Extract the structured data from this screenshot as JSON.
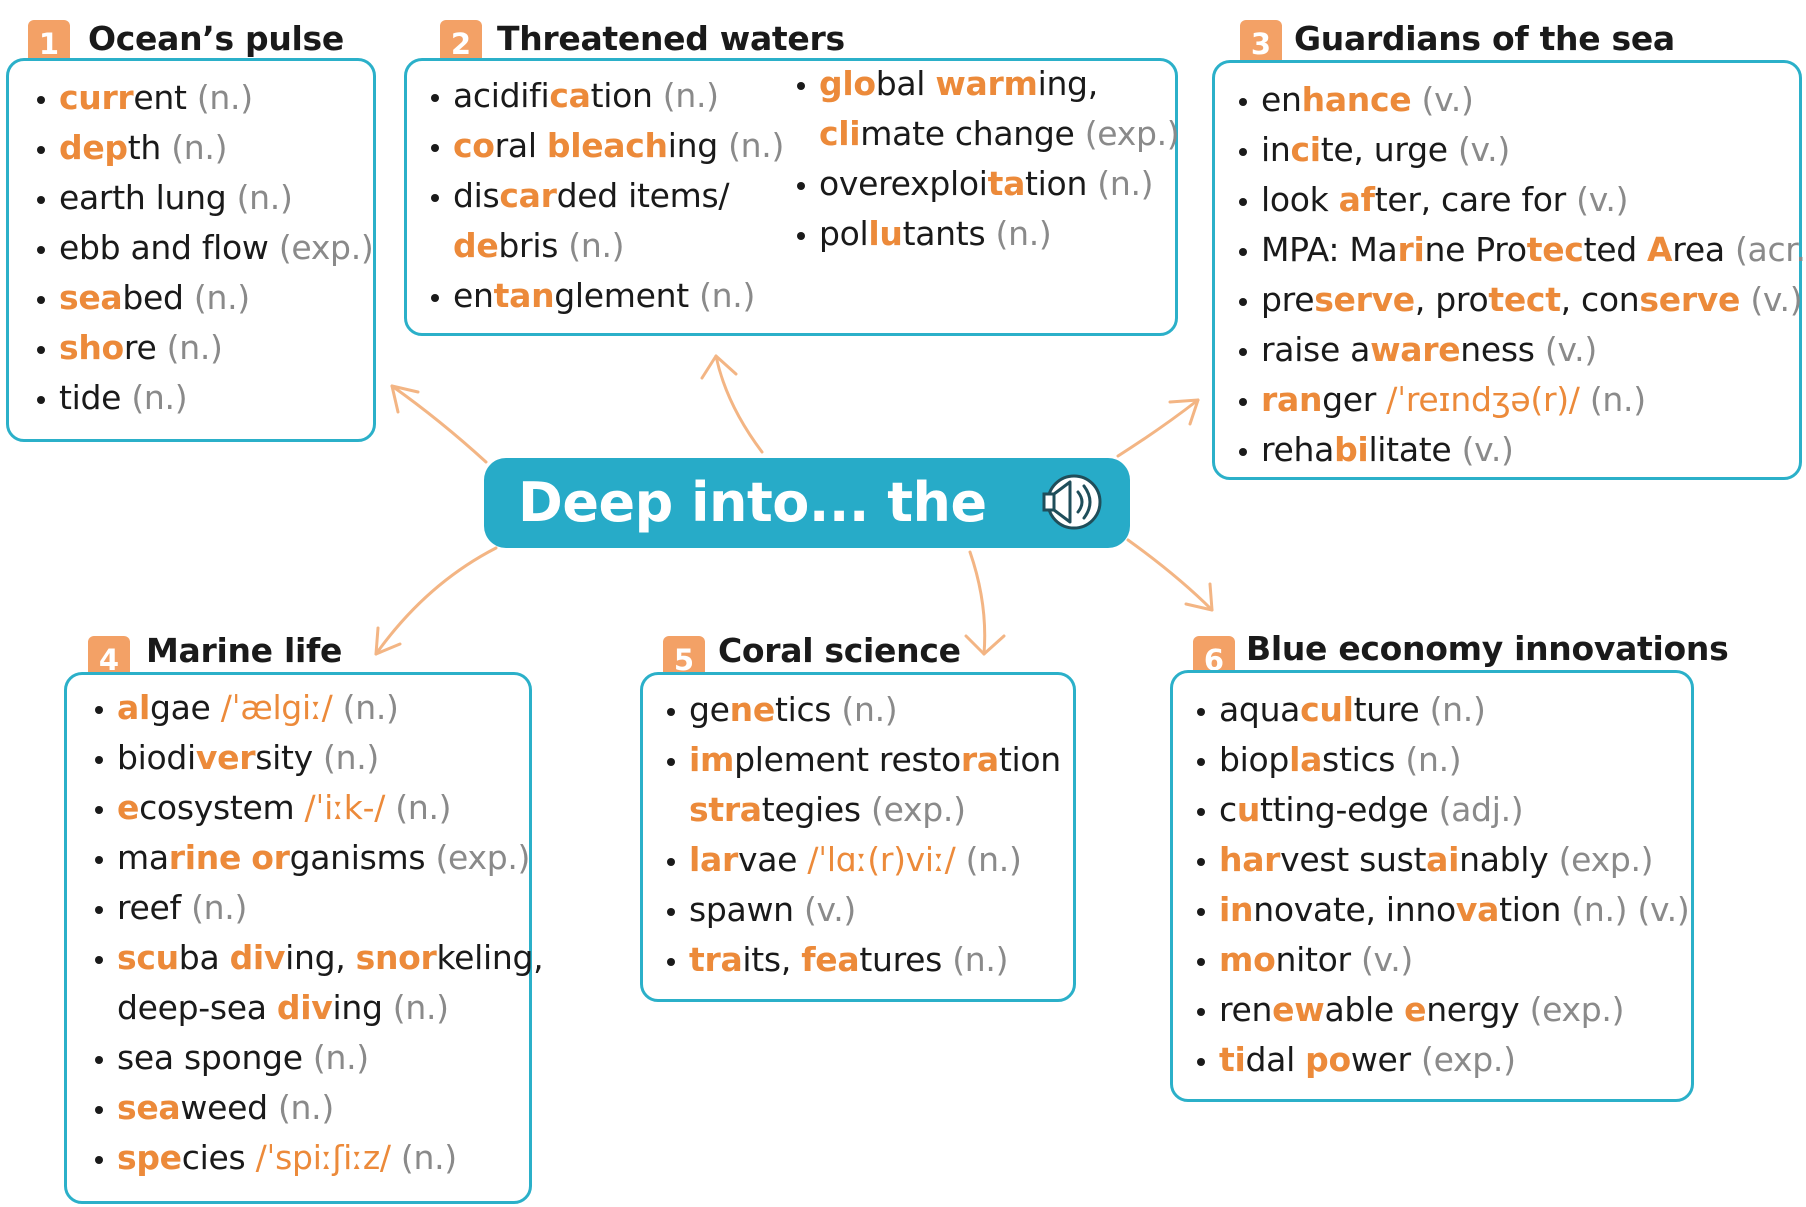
{
  "center": {
    "title": "Deep into... the blue",
    "icon": "speaker-icon"
  },
  "colors": {
    "accent": "#ec8a3a",
    "border": "#2bb0c9",
    "badge": "#f3a166",
    "center_fill": "#27abc8",
    "pos_gray": "#8a8a8a"
  },
  "sections": [
    {
      "number": "1",
      "title": "Ocean’s pulse",
      "items": [
        [
          {
            "t": "curr",
            "h": 1
          },
          {
            "t": "ent "
          },
          {
            "t": "(n.)",
            "g": 1
          }
        ],
        [
          {
            "t": "dep",
            "h": 1
          },
          {
            "t": "th "
          },
          {
            "t": "(n.)",
            "g": 1
          }
        ],
        [
          {
            "t": "earth lung "
          },
          {
            "t": "(n.)",
            "g": 1
          }
        ],
        [
          {
            "t": "ebb and flow "
          },
          {
            "t": "(exp.)",
            "g": 1
          }
        ],
        [
          {
            "t": "sea",
            "h": 1
          },
          {
            "t": "bed "
          },
          {
            "t": "(n.)",
            "g": 1
          }
        ],
        [
          {
            "t": "sho",
            "h": 1
          },
          {
            "t": "re "
          },
          {
            "t": "(n.)",
            "g": 1
          }
        ],
        [
          {
            "t": "tide "
          },
          {
            "t": "(n.)",
            "g": 1
          }
        ]
      ]
    },
    {
      "number": "2",
      "title": "Threatened waters",
      "columns": [
        [
          [
            {
              "t": "acidifi"
            },
            {
              "t": "ca",
              "h": 1
            },
            {
              "t": "tion "
            },
            {
              "t": "(n.)",
              "g": 1
            }
          ],
          [
            {
              "t": "co",
              "h": 1
            },
            {
              "t": "ral "
            },
            {
              "t": "blea",
              "h": 1
            },
            {
              "t": "ch",
              "h": 1
            },
            {
              "t": "ing "
            },
            {
              "t": "(n.)",
              "g": 1
            }
          ],
          [
            {
              "t": "dis"
            },
            {
              "t": "car",
              "h": 1
            },
            {
              "t": "ded items/"
            }
          ],
          {
            "cont": [
              {
                "t": "de",
                "h": 1
              },
              {
                "t": "bris "
              },
              {
                "t": "(n.)",
                "g": 1
              }
            ]
          },
          [
            {
              "t": "en"
            },
            {
              "t": "tan",
              "h": 1
            },
            {
              "t": "glement "
            },
            {
              "t": "(n.)",
              "g": 1
            }
          ]
        ],
        [
          [
            {
              "t": "glo",
              "h": 1
            },
            {
              "t": "bal "
            },
            {
              "t": "warm",
              "h": 1
            },
            {
              "t": "ing,"
            }
          ],
          {
            "cont": [
              {
                "t": "cli",
                "h": 1
              },
              {
                "t": "mate change "
              },
              {
                "t": "(exp.)",
                "g": 1
              }
            ]
          },
          [
            {
              "t": "overexploi"
            },
            {
              "t": "ta",
              "h": 1
            },
            {
              "t": "tion "
            },
            {
              "t": "(n.)",
              "g": 1
            }
          ],
          [
            {
              "t": "pol"
            },
            {
              "t": "lu",
              "h": 1
            },
            {
              "t": "tants "
            },
            {
              "t": "(n.)",
              "g": 1
            }
          ]
        ]
      ]
    },
    {
      "number": "3",
      "title": "Guardians of the sea",
      "items": [
        [
          {
            "t": "en"
          },
          {
            "t": "hance",
            "h": 1
          },
          {
            "t": " "
          },
          {
            "t": "(v.)",
            "g": 1
          }
        ],
        [
          {
            "t": "in"
          },
          {
            "t": "ci",
            "h": 1
          },
          {
            "t": "te, urge "
          },
          {
            "t": "(v.)",
            "g": 1
          }
        ],
        [
          {
            "t": "look "
          },
          {
            "t": "af",
            "h": 1
          },
          {
            "t": "ter, care for "
          },
          {
            "t": "(v.)",
            "g": 1
          }
        ],
        [
          {
            "t": "MPA: Ma"
          },
          {
            "t": "ri",
            "h": 1
          },
          {
            "t": "ne Pro"
          },
          {
            "t": "tec",
            "h": 1
          },
          {
            "t": "ted "
          },
          {
            "t": "A",
            "h": 1
          },
          {
            "t": "rea "
          },
          {
            "t": "(acr.)",
            "g": 1
          }
        ],
        [
          {
            "t": "pre"
          },
          {
            "t": "serve",
            "h": 1
          },
          {
            "t": ", pro"
          },
          {
            "t": "tect",
            "h": 1
          },
          {
            "t": ", con"
          },
          {
            "t": "serve",
            "h": 1
          },
          {
            "t": " "
          },
          {
            "t": "(v.)",
            "g": 1
          }
        ],
        [
          {
            "t": "raise a"
          },
          {
            "t": "ware",
            "h": 1
          },
          {
            "t": "ness "
          },
          {
            "t": "(v.)",
            "g": 1
          }
        ],
        [
          {
            "t": "ran",
            "h": 1
          },
          {
            "t": "ger "
          },
          {
            "t": "/ˈreɪndʒə(r)/",
            "p": 1
          },
          {
            "t": " "
          },
          {
            "t": "(n.)",
            "g": 1
          }
        ],
        [
          {
            "t": "reha"
          },
          {
            "t": "bi",
            "h": 1
          },
          {
            "t": "litate "
          },
          {
            "t": "(v.)",
            "g": 1
          }
        ]
      ]
    },
    {
      "number": "4",
      "title": "Marine life",
      "items": [
        [
          {
            "t": "al",
            "h": 1
          },
          {
            "t": "gae "
          },
          {
            "t": "/ˈælgiː/",
            "p": 1
          },
          {
            "t": " "
          },
          {
            "t": "(n.)",
            "g": 1
          }
        ],
        [
          {
            "t": "biodi"
          },
          {
            "t": "ver",
            "h": 1
          },
          {
            "t": "sity "
          },
          {
            "t": "(n.)",
            "g": 1
          }
        ],
        [
          {
            "t": "e",
            "h": 1
          },
          {
            "t": "cosystem "
          },
          {
            "t": "/ˈiːk-/",
            "p": 1
          },
          {
            "t": " "
          },
          {
            "t": "(n.)",
            "g": 1
          }
        ],
        [
          {
            "t": "ma"
          },
          {
            "t": "rine",
            "h": 1
          },
          {
            "t": " "
          },
          {
            "t": "or",
            "h": 1
          },
          {
            "t": "ganisms "
          },
          {
            "t": "(exp.)",
            "g": 1
          }
        ],
        [
          {
            "t": "reef "
          },
          {
            "t": "(n.)",
            "g": 1
          }
        ],
        [
          {
            "t": "scu",
            "h": 1
          },
          {
            "t": "ba "
          },
          {
            "t": "div",
            "h": 1
          },
          {
            "t": "ing, "
          },
          {
            "t": "snor",
            "h": 1
          },
          {
            "t": "keling,"
          }
        ],
        {
          "cont": [
            {
              "t": "deep-sea "
            },
            {
              "t": "div",
              "h": 1
            },
            {
              "t": "ing "
            },
            {
              "t": "(n.)",
              "g": 1
            }
          ]
        },
        [
          {
            "t": "sea sponge "
          },
          {
            "t": "(n.)",
            "g": 1
          }
        ],
        [
          {
            "t": "sea",
            "h": 1
          },
          {
            "t": "weed "
          },
          {
            "t": "(n.)",
            "g": 1
          }
        ],
        [
          {
            "t": "spe",
            "h": 1
          },
          {
            "t": "cies "
          },
          {
            "t": "/ˈspiːʃiːz/",
            "p": 1
          },
          {
            "t": " "
          },
          {
            "t": "(n.)",
            "g": 1
          }
        ]
      ]
    },
    {
      "number": "5",
      "title": "Coral science",
      "items": [
        [
          {
            "t": "ge"
          },
          {
            "t": "ne",
            "h": 1
          },
          {
            "t": "tics "
          },
          {
            "t": "(n.)",
            "g": 1
          }
        ],
        [
          {
            "t": "im",
            "h": 1
          },
          {
            "t": "plement resto"
          },
          {
            "t": "ra",
            "h": 1
          },
          {
            "t": "tion"
          }
        ],
        {
          "cont": [
            {
              "t": "stra",
              "h": 1
            },
            {
              "t": "tegies "
            },
            {
              "t": "(exp.)",
              "g": 1
            }
          ]
        },
        [
          {
            "t": "lar",
            "h": 1
          },
          {
            "t": "vae "
          },
          {
            "t": "/ˈlɑː(r)viː/",
            "p": 1
          },
          {
            "t": " "
          },
          {
            "t": "(n.)",
            "g": 1
          }
        ],
        [
          {
            "t": "spawn "
          },
          {
            "t": "(v.)",
            "g": 1
          }
        ],
        [
          {
            "t": "tra",
            "h": 1
          },
          {
            "t": "its, "
          },
          {
            "t": "fea",
            "h": 1
          },
          {
            "t": "tures "
          },
          {
            "t": "(n.)",
            "g": 1
          }
        ]
      ]
    },
    {
      "number": "6",
      "title": "Blue economy innovations",
      "items": [
        [
          {
            "t": "aqua"
          },
          {
            "t": "cul",
            "h": 1
          },
          {
            "t": "ture "
          },
          {
            "t": "(n.)",
            "g": 1
          }
        ],
        [
          {
            "t": "biop"
          },
          {
            "t": "la",
            "h": 1
          },
          {
            "t": "stics "
          },
          {
            "t": "(n.)",
            "g": 1
          }
        ],
        [
          {
            "t": "c"
          },
          {
            "t": "u",
            "h": 1
          },
          {
            "t": "tting-edge "
          },
          {
            "t": "(adj.)",
            "g": 1
          }
        ],
        [
          {
            "t": "har",
            "h": 1
          },
          {
            "t": "vest sust"
          },
          {
            "t": "ai",
            "h": 1
          },
          {
            "t": "nably "
          },
          {
            "t": "(exp.)",
            "g": 1
          }
        ],
        [
          {
            "t": "in",
            "h": 1
          },
          {
            "t": "novate, inno"
          },
          {
            "t": "va",
            "h": 1
          },
          {
            "t": "tion "
          },
          {
            "t": "(n.) (v.)",
            "g": 1
          }
        ],
        [
          {
            "t": "mo",
            "h": 1
          },
          {
            "t": "nitor "
          },
          {
            "t": "(v.)",
            "g": 1
          }
        ],
        [
          {
            "t": "ren"
          },
          {
            "t": "ew",
            "h": 1
          },
          {
            "t": "able "
          },
          {
            "t": "e",
            "h": 1
          },
          {
            "t": "nergy "
          },
          {
            "t": "(exp.)",
            "g": 1
          }
        ],
        [
          {
            "t": "ti",
            "h": 1
          },
          {
            "t": "dal "
          },
          {
            "t": "po",
            "h": 1
          },
          {
            "t": "wer "
          },
          {
            "t": "(exp.)",
            "g": 1
          }
        ]
      ]
    }
  ]
}
